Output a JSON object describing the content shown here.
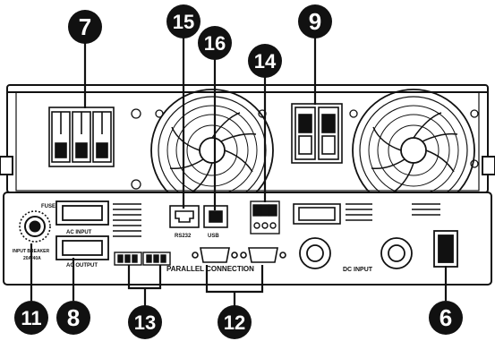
{
  "panel_labels": {
    "ac_input": "AC INPUT",
    "ac_output": "AC OUTPUT",
    "rs232": "RS232",
    "usb": "USB",
    "parallel_connection": "PARALLEL CONNECTION",
    "dc_input": "DC INPUT",
    "fuse": "FUSE",
    "input_breaker": "INPUT BREAKER",
    "breaker_rating": "20A/40A"
  },
  "callouts": {
    "n6": "6",
    "n7": "7",
    "n8": "8",
    "n9": "9",
    "n11": "11",
    "n12": "12",
    "n13": "13",
    "n14": "14",
    "n15": "15",
    "n16": "16"
  },
  "colors": {
    "line": "#111111",
    "callout_fill": "#111111",
    "callout_text": "#ffffff",
    "panel_fill": "#ffffff"
  }
}
